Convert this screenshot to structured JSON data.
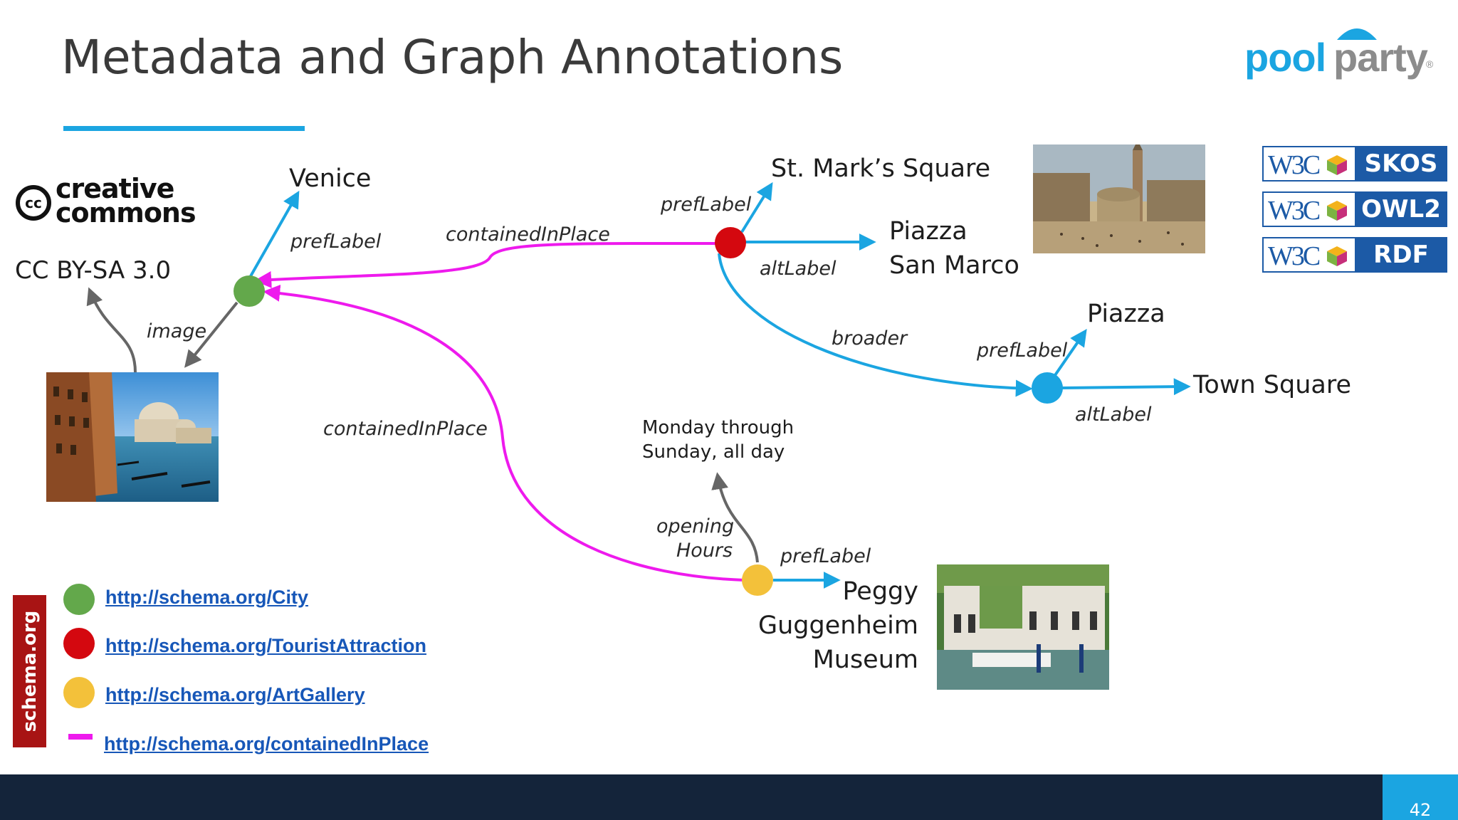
{
  "title": "Metadata and Graph Annotations",
  "logo": {
    "pool": "pool",
    "party": "party",
    "reg": "®"
  },
  "cc": {
    "symbol": "cc",
    "line1": "creative",
    "line2": "commons",
    "license": "CC BY-SA 3.0"
  },
  "nodes": {
    "venice": "Venice",
    "st_marks": "St. Mark’s Square",
    "piazza_san_marco_1": "Piazza",
    "piazza_san_marco_2": "San Marco",
    "piazza": "Piazza",
    "town_square": "Town Square",
    "peggy_1": "Peggy",
    "peggy_2": "Guggenheim",
    "peggy_3": "Museum",
    "hours_1": "Monday through",
    "hours_2": "Sunday, all day"
  },
  "edges": {
    "venice_preflabel": "prefLabel",
    "image": "image",
    "contained_top": "containedInPlace",
    "contained_mid": "containedInPlace",
    "stmarks_preflabel": "prefLabel",
    "stmarks_altlabel": "altLabel",
    "broader": "broader",
    "piazza_preflabel": "prefLabel",
    "piazza_altlabel": "altLabel",
    "opening_1": "opening",
    "opening_2": "Hours",
    "peggy_preflabel": "prefLabel"
  },
  "badges": [
    {
      "w3c": "W3C",
      "name": "SKOS"
    },
    {
      "w3c": "W3C",
      "name": "OWL2"
    },
    {
      "w3c": "W3C",
      "name": "RDF"
    }
  ],
  "schema": {
    "bar_label": "schema.org",
    "legend": [
      {
        "link": "http://schema.org/City",
        "color": "#63a84b"
      },
      {
        "link": "http://schema.org/TouristAttraction",
        "color": "#d4080f"
      },
      {
        "link": "http://schema.org/ArtGallery",
        "color": "#f3c13a"
      },
      {
        "link": "http://schema.org/containedInPlace",
        "color": "#ee1aed"
      }
    ]
  },
  "colors": {
    "accent": "#1ba5e1",
    "magenta": "#ee1aed",
    "city": "#63a84b",
    "attraction": "#d4080f",
    "gallery": "#f3c13a",
    "footer": "#14243a"
  },
  "page_number": "42"
}
